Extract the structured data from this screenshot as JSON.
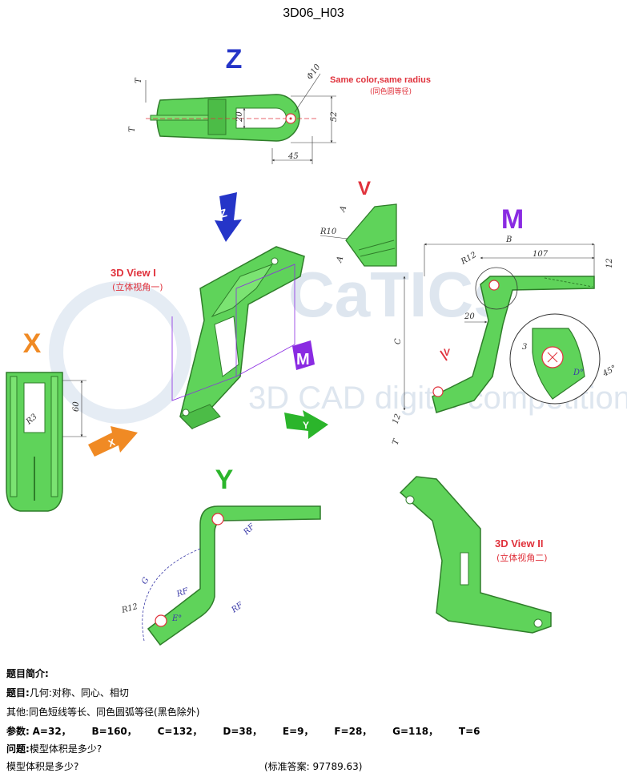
{
  "page_title": "3D06_H03",
  "views": {
    "z": "Z",
    "v": "V",
    "m": "M",
    "x": "X",
    "y": "Y",
    "view1": "3D View I",
    "view1_sub": "(立体视角一)",
    "view2": "3D View II",
    "view2_sub": "(立体视角二)"
  },
  "note": {
    "main": "Same color,same radius",
    "sub": "(同色圆等径)"
  },
  "dims": {
    "phi10": "Φ10",
    "d20_z": "20",
    "d52": "52",
    "d45": "45",
    "t_top": "T",
    "t_left": "T",
    "a1": "A",
    "a2": "A",
    "r10": "R10",
    "b": "B",
    "d107": "107",
    "d12": "12",
    "r12_m": "R12",
    "d20_m": "20",
    "c": "C",
    "d3": "3",
    "dstar": "D°",
    "ang45": "45°",
    "d12b": "12",
    "t_m": "T",
    "d60": "60",
    "r3": "R3",
    "rf1": "RF",
    "rf2": "RF",
    "rf3": "RF",
    "g": "G",
    "r12_y": "R12",
    "estar": "E°"
  },
  "watermark": {
    "brand": "CaTICs",
    "tagline": "3D CAD digital competition"
  },
  "info": {
    "heading": "题目简介:",
    "topic_label": "题目:",
    "topic_text": "几何:对称、同心、相切",
    "other": "其他:同色短线等长、同色圆弧等径(黑色除外)",
    "params_label": "参数:",
    "params": [
      "A=32，",
      "B=160，",
      "C=132，",
      "D=38，",
      "E=9，",
      "F=28，",
      "G=118，",
      "T=6"
    ],
    "question_label": "问题:",
    "question_text": "模型体积是多少?",
    "repeat_q": "模型体积是多少?",
    "answer": "(标准答案: 97789.63)"
  },
  "colors": {
    "part": "#5fd35a",
    "part_dark": "#2f7d2a",
    "blue": "#2535c8",
    "red": "#e0323c",
    "purple": "#8a2be2",
    "orange": "#f08a24",
    "green_label": "#2bb52b",
    "dim_blue": "#3a3aa8"
  }
}
